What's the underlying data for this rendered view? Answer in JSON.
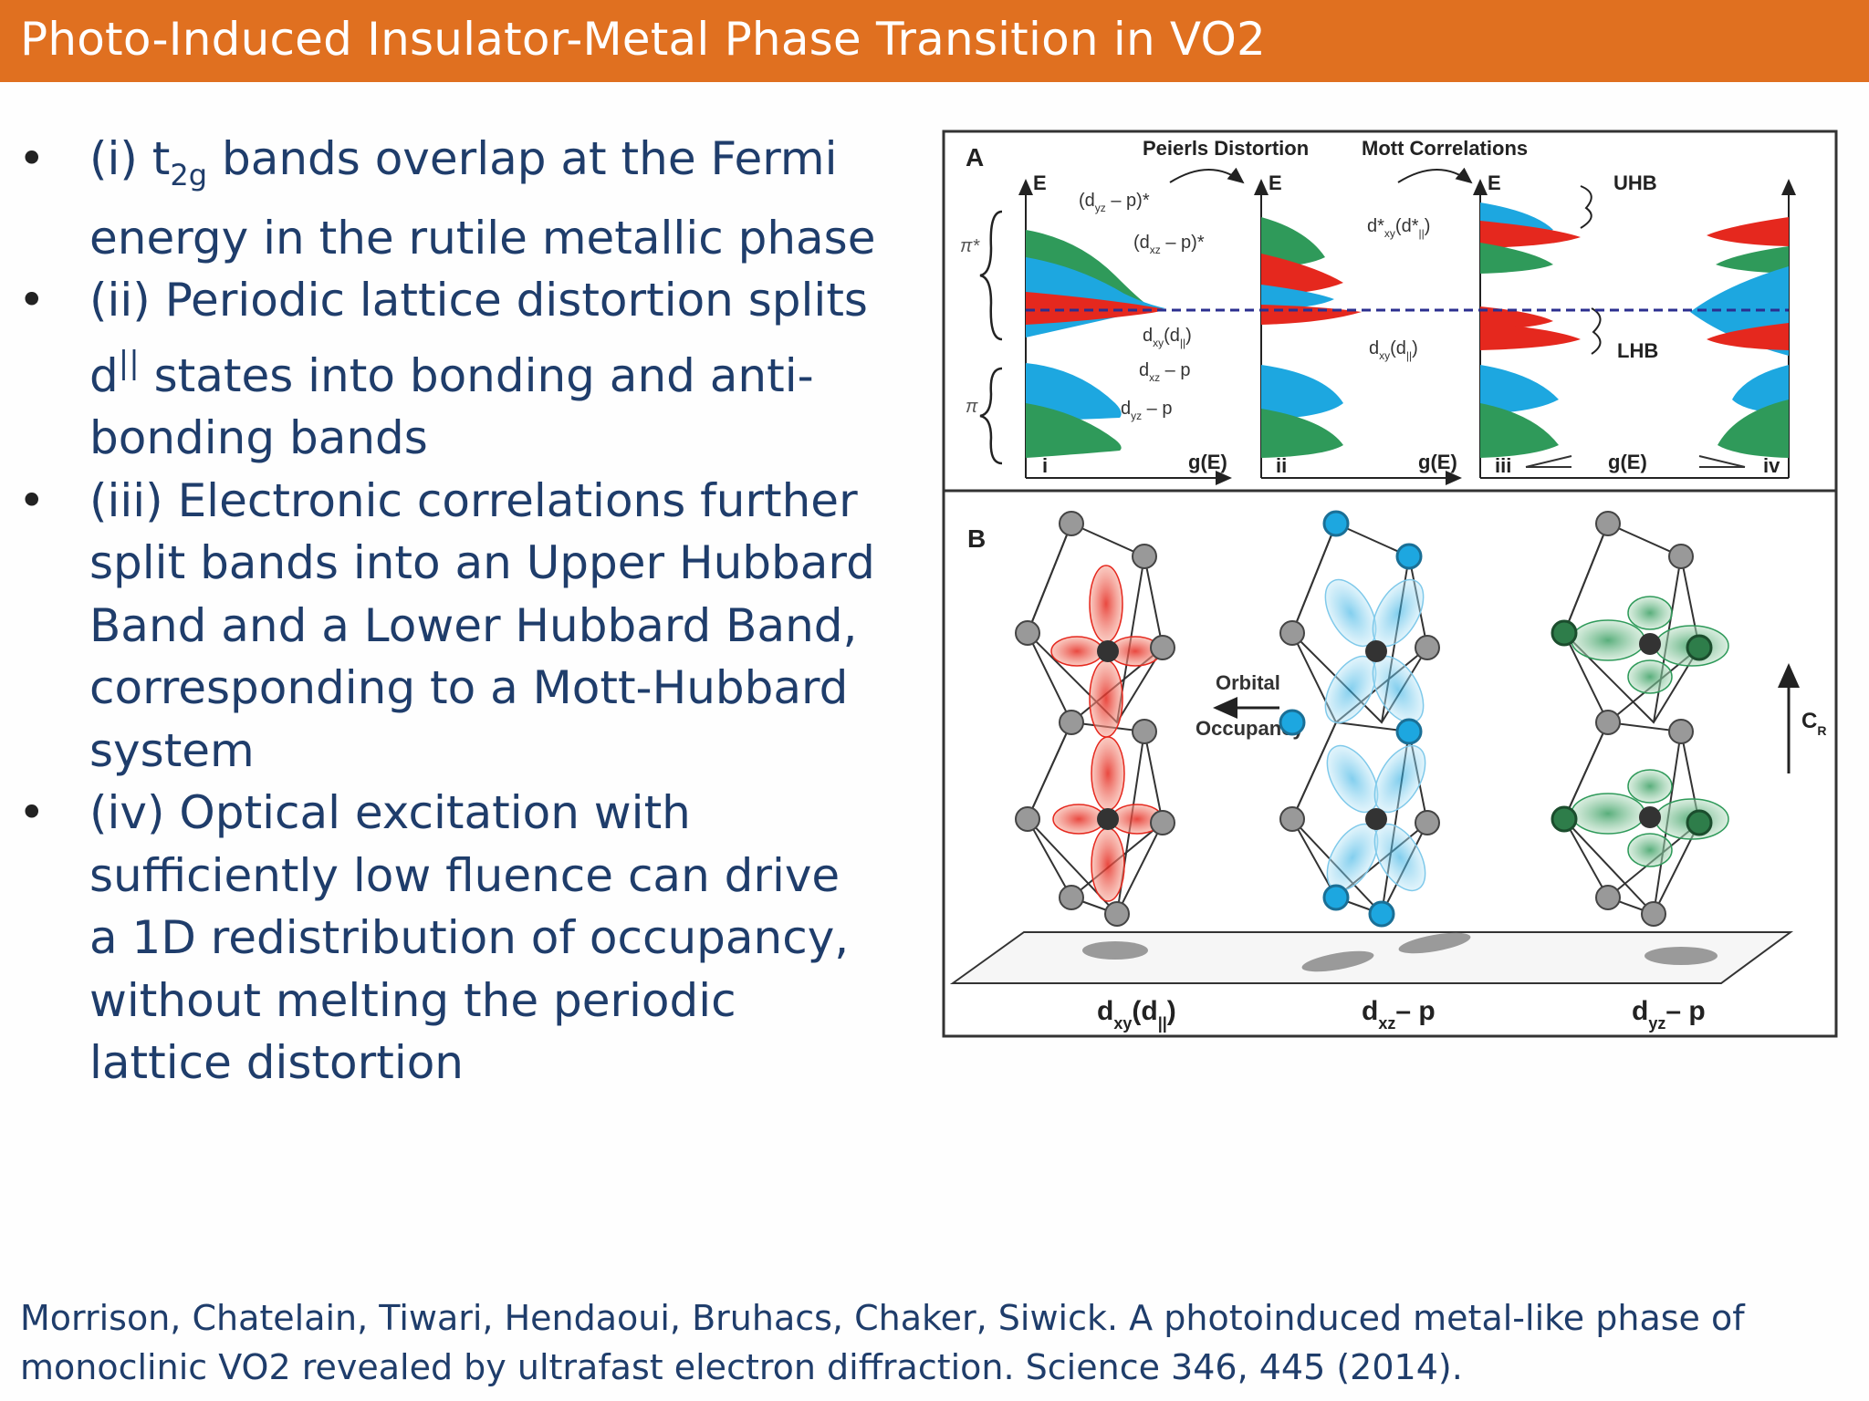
{
  "slide": {
    "title": "Photo-Induced Insulator-Metal Phase Transition in VO2"
  },
  "bullets": [
    {
      "marker": "•",
      "text_a": "(i) t",
      "sub": "2g",
      "text_b": " bands overlap at the Fermi energy in the rutile metallic phase"
    },
    {
      "marker": "•",
      "text_a": "(ii) Periodic lattice distortion splits d",
      "sup": "||",
      "text_b": " states into bonding and anti-bonding bands"
    },
    {
      "marker": "•",
      "text": "(iii) Electronic correlations further split bands into an Upper Hubbard Band and a Lower Hubbard Band, corresponding to a Mott-Hubbard system"
    },
    {
      "marker": "•",
      "text": "(iv) Optical excitation with sufficiently low fluence can drive a 1D redistribution of occupancy, without melting the periodic lattice distortion"
    }
  ],
  "figure": {
    "panel_a": {
      "label": "A",
      "peierls_label": "Peierls Distortion",
      "mott_label": "Mott Correlations",
      "energy_axis": "E",
      "dos_axis": "g(E)",
      "pi_star": "π*",
      "pi": "π",
      "uhb": "UHB",
      "lhb": "LHB",
      "roman": [
        "i",
        "ii",
        "iii",
        "iv"
      ],
      "labels_i": [
        "(d",
        "yz",
        " – p)*",
        "(d",
        "xz",
        " – p)*",
        "d",
        "xy",
        "(d",
        "||",
        ")",
        "d",
        "xz",
        " – p",
        "d",
        "yz",
        " – p"
      ],
      "labels_ii": [
        "d*",
        "xy",
        "(d*",
        "||",
        ")",
        "d",
        "xy",
        "(d",
        "||",
        ")"
      ]
    },
    "panel_b": {
      "label": "B",
      "orbital_occupancy_1": "Orbital",
      "orbital_occupancy_2": "Occupancy",
      "axis_c": "C",
      "axis_c_sub": "R",
      "orbital_labels": [
        {
          "main": "d",
          "sub": "xy",
          "rest": "(d",
          "sub2": "||",
          "end": ")"
        },
        {
          "main": "d",
          "sub": "xz",
          "rest": "– p"
        },
        {
          "main": "d",
          "sub": "yz",
          "rest": "– p"
        }
      ]
    },
    "colors": {
      "red": "#e5281e",
      "blue": "#1da7e0",
      "green": "#2f9a5a",
      "fermi_line": "#2b2f8f"
    }
  },
  "citation": {
    "line1": "Morrison, Chatelain, Tiwari, Hendaoui, Bruhacs, Chaker, Siwick. A photoinduced metal-like phase of",
    "line2": "monoclinic VO2 revealed by ultrafast electron diffraction. Science 346, 445 (2014)."
  },
  "icons": [
    "peierls-arrow-icon",
    "mott-arrow-icon",
    "orbital-occupancy-arrow-icon",
    "c-axis-arrow-icon"
  ]
}
